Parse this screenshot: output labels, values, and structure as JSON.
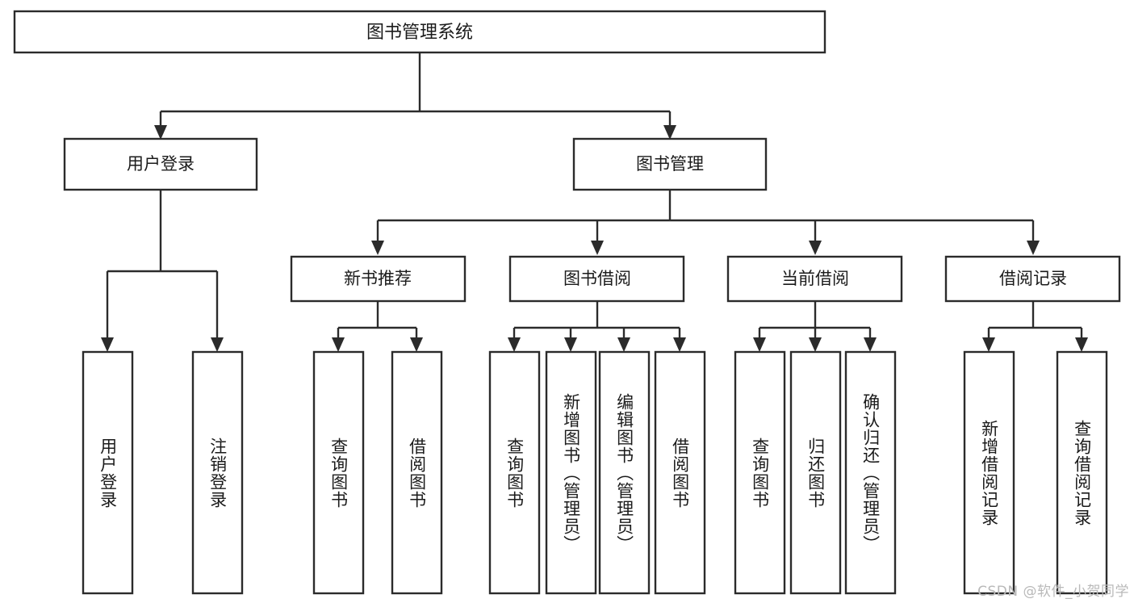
{
  "diagram": {
    "type": "tree-hierarchy",
    "title": "图书管理系统",
    "watermark": "CSDN @软件_小贺同学",
    "colors": {
      "stroke": "#2b2b2b",
      "fill": "#ffffff",
      "text": "#1b1b1b",
      "watermark": "#b9b9b9",
      "background": "#ffffff"
    },
    "root": {
      "label": "图书管理系统"
    },
    "level2": [
      {
        "label": "用户登录"
      },
      {
        "label": "图书管理"
      }
    ],
    "level3": [
      {
        "label": "新书推荐"
      },
      {
        "label": "图书借阅"
      },
      {
        "label": "当前借阅"
      },
      {
        "label": "借阅记录"
      }
    ],
    "leaves": {
      "user_login": [
        {
          "label": "用户登录"
        },
        {
          "label": "注销登录"
        }
      ],
      "new_book_recommend": [
        {
          "label": "查询图书"
        },
        {
          "label": "借阅图书"
        }
      ],
      "book_borrow": [
        {
          "label": "查询图书"
        },
        {
          "label": "新增图书（管理员）"
        },
        {
          "label": "编辑图书（管理员）"
        },
        {
          "label": "借阅图书"
        }
      ],
      "current_borrow": [
        {
          "label": "查询图书"
        },
        {
          "label": "归还图书"
        },
        {
          "label": "确认归还（管理员）"
        }
      ],
      "borrow_record": [
        {
          "label": "新增借阅记录"
        },
        {
          "label": "查询借阅记录"
        }
      ]
    }
  }
}
